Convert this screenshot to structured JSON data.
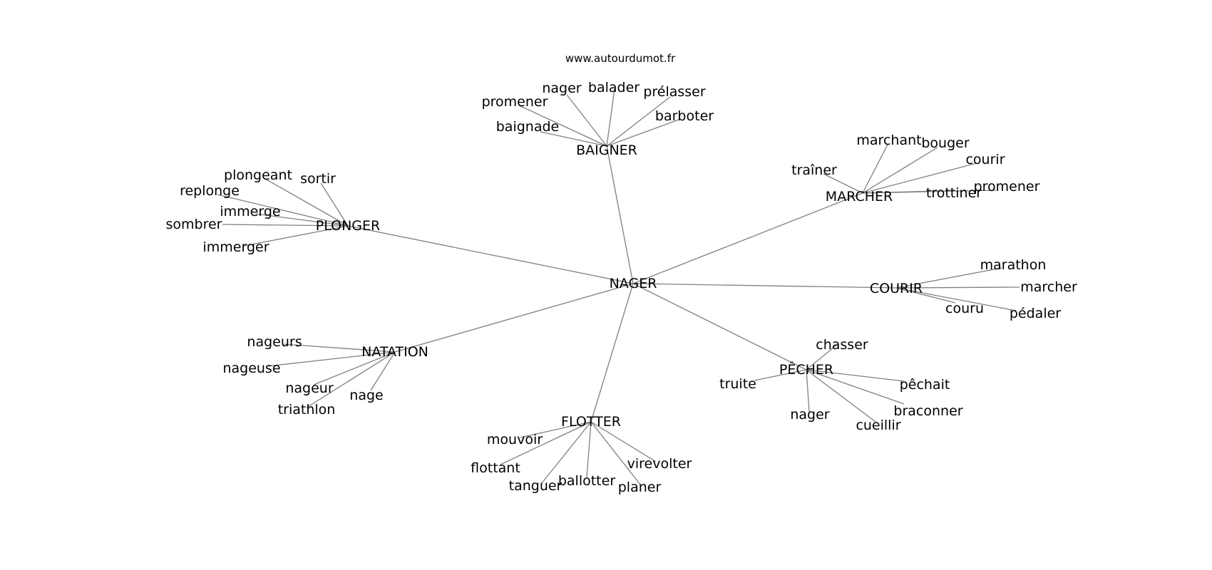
{
  "site": "www.autourdumot.fr",
  "center": "NAGER",
  "groups": [
    {
      "label": "BAIGNER",
      "leaves": [
        "nager",
        "balader",
        "prélasser",
        "promener",
        "barboter",
        "baignade"
      ]
    },
    {
      "label": "MARCHER",
      "leaves": [
        "marchant",
        "bouger",
        "courir",
        "traîner",
        "promener",
        "trottiner"
      ]
    },
    {
      "label": "PLONGER",
      "leaves": [
        "plongeant",
        "sortir",
        "replonge",
        "immerge",
        "sombrer",
        "immerger"
      ]
    },
    {
      "label": "COURIR",
      "leaves": [
        "marathon",
        "marcher",
        "couru",
        "pédaler"
      ]
    },
    {
      "label": "NATATION",
      "leaves": [
        "nageurs",
        "nageuse",
        "nageur",
        "nage",
        "triathlon"
      ]
    },
    {
      "label": "PÊCHER",
      "leaves": [
        "chasser",
        "truite",
        "pêchait",
        "braconner",
        "nager",
        "cueillir"
      ]
    },
    {
      "label": "FLOTTER",
      "leaves": [
        "mouvoir",
        "flottant",
        "virevolter",
        "tanguer",
        "ballotter",
        "planer"
      ]
    }
  ]
}
